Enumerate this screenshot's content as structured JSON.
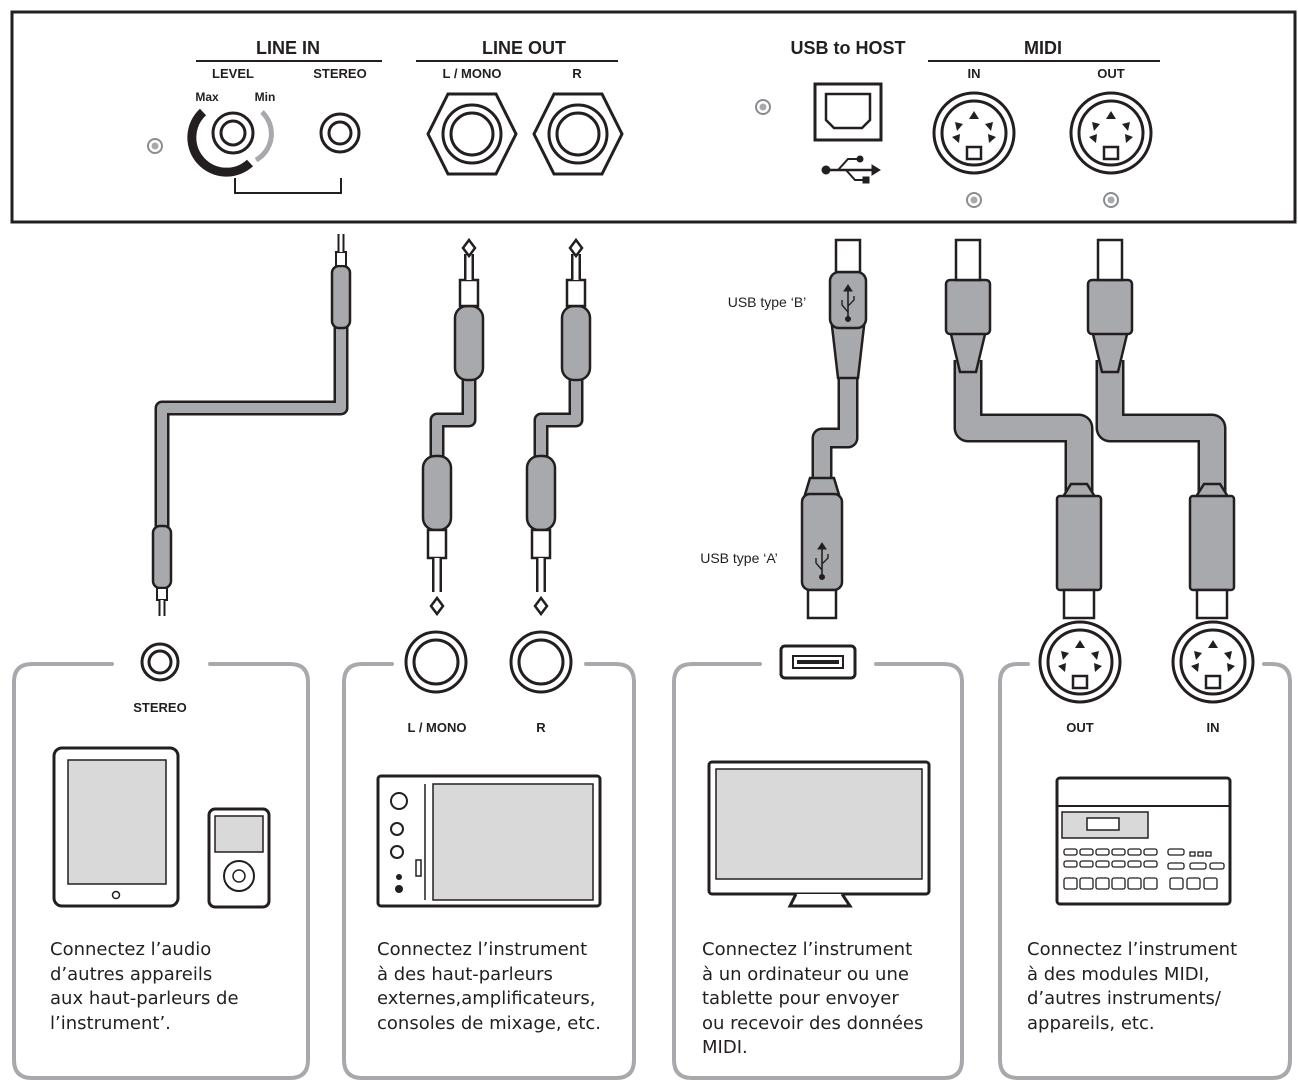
{
  "panel": {
    "line_in": {
      "title": "LINE IN",
      "level": "LEVEL",
      "stereo": "STEREO",
      "max": "Max",
      "min": "Min"
    },
    "line_out": {
      "title": "LINE OUT",
      "l_mono": "L / MONO",
      "r": "R"
    },
    "usb": {
      "title": "USB to HOST"
    },
    "midi": {
      "title": "MIDI",
      "in": "IN",
      "out": "OUT"
    }
  },
  "cables": {
    "usb_b_label": "USB type ‘B’",
    "usb_a_label": "USB type ‘A’"
  },
  "boxes": [
    {
      "port_labels": [
        "STEREO"
      ],
      "lines": [
        "Connectez l’audio",
        "d’autres appareils",
        "aux haut-parleurs de",
        "l’instrument’."
      ]
    },
    {
      "port_labels": [
        "L / MONO",
        "R"
      ],
      "lines": [
        "Connectez l’instrument",
        "à des haut-parleurs",
        "externes,amplificateurs,",
        "consoles de mixage, etc."
      ]
    },
    {
      "port_labels": [],
      "lines": [
        "Connectez l’instrument",
        "à un ordinateur ou une",
        "tablette pour envoyer",
        "ou recevoir des données",
        "MIDI."
      ]
    },
    {
      "port_labels": [
        "OUT",
        "IN"
      ],
      "lines": [
        "Connectez l’instrument",
        "à des modules MIDI,",
        "d’autres instruments/",
        "appareils, etc."
      ]
    }
  ],
  "colors": {
    "line": "#231f20",
    "gray": "#a7a9ac",
    "light": "#d9d9d9"
  }
}
